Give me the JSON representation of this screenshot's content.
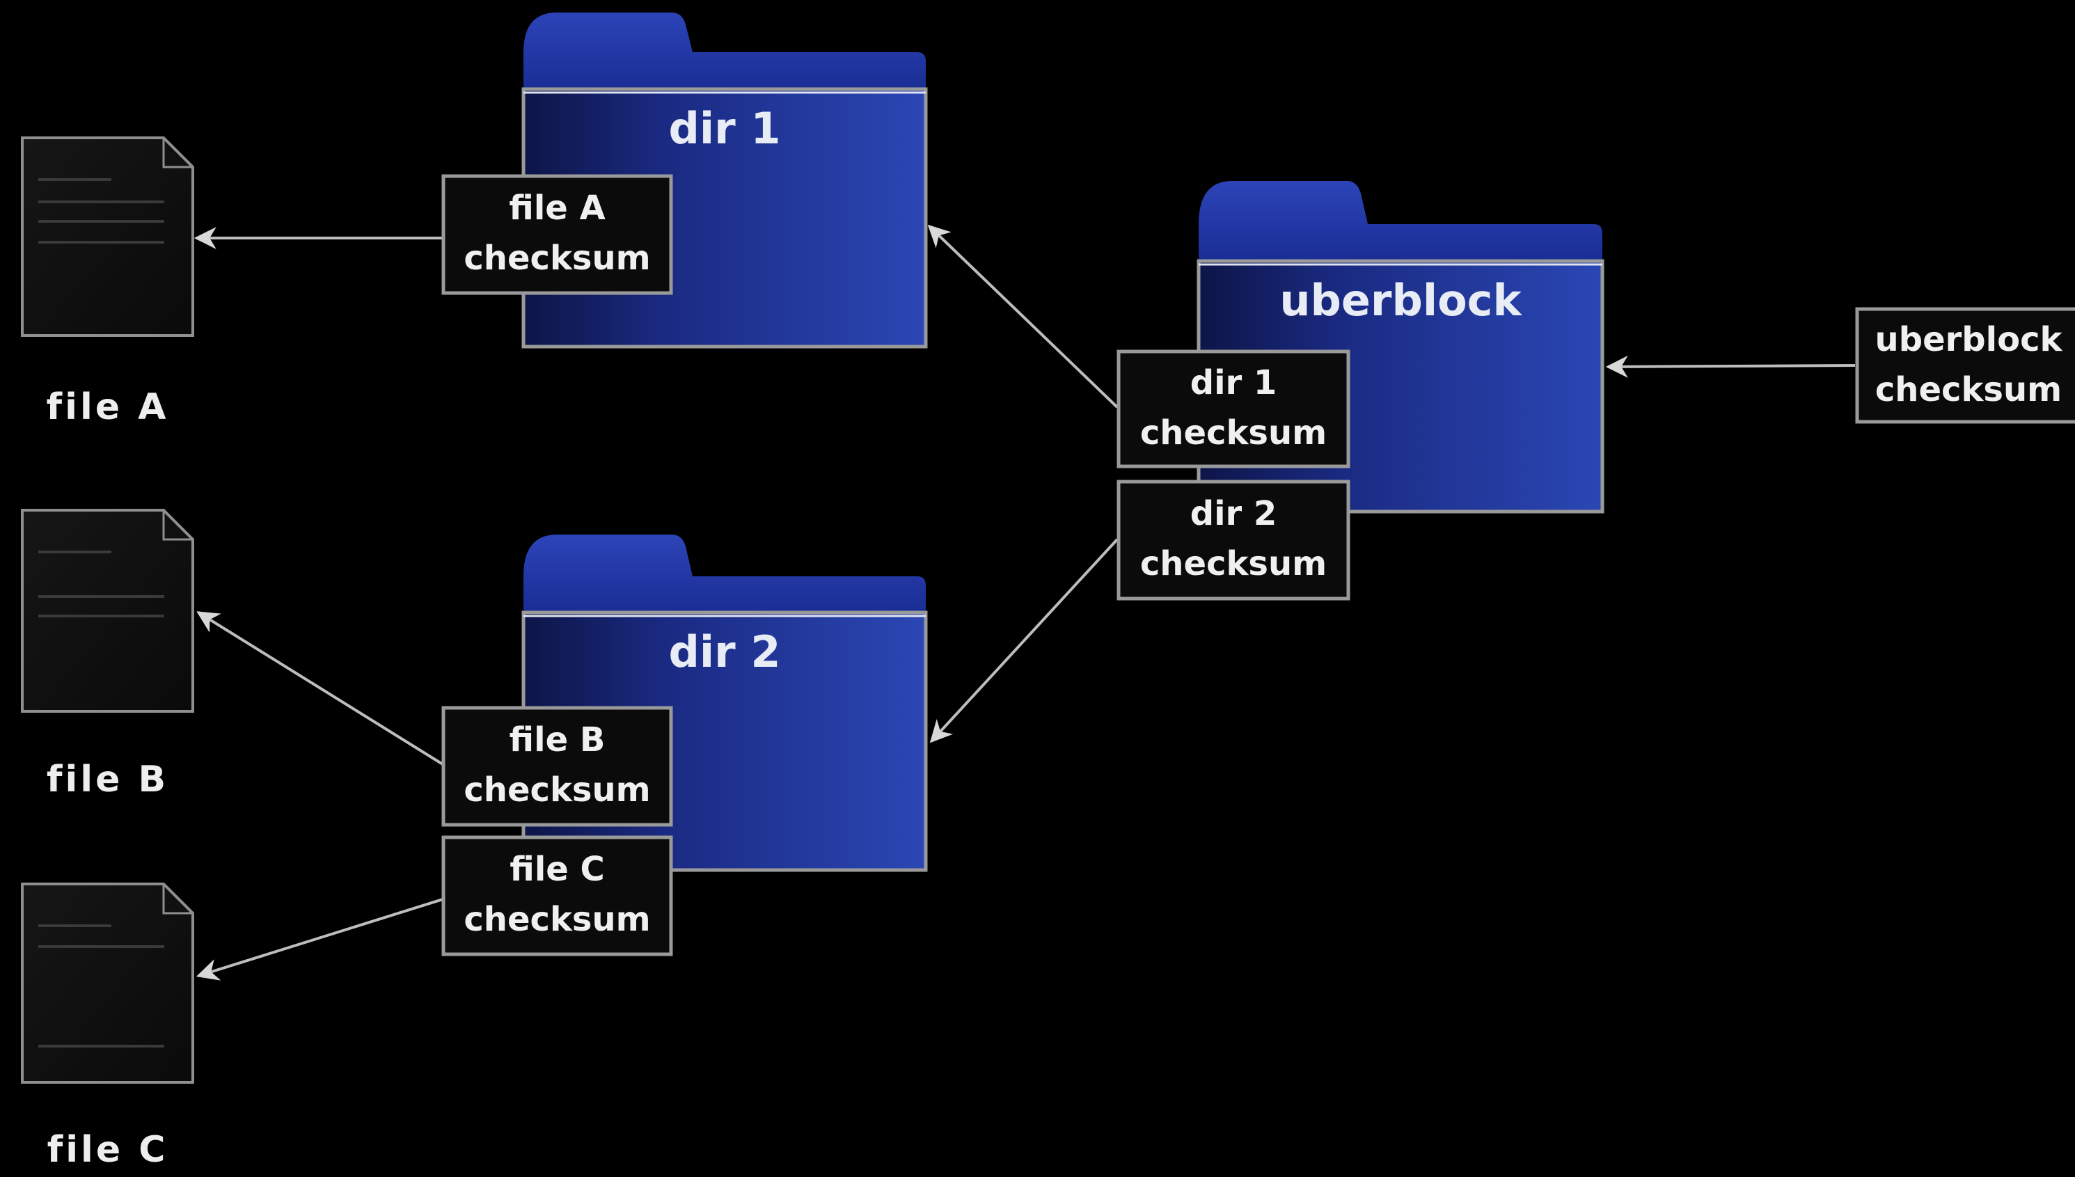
{
  "colors": {
    "background": "#000000",
    "folder_dark": "#0d1547",
    "folder_light": "#2a45b0",
    "folder_tab": "#1f36a6",
    "box_fill": "#0b0b0b",
    "line": "#bdbdbd"
  },
  "folders": {
    "dir1": {
      "title": "dir 1"
    },
    "dir2": {
      "title": "dir 2"
    },
    "uberblock": {
      "title": "uberblock"
    }
  },
  "boxes": {
    "fileA": {
      "line1": "file A",
      "line2": "checksum"
    },
    "fileB": {
      "line1": "file B",
      "line2": "checksum"
    },
    "fileC": {
      "line1": "file C",
      "line2": "checksum"
    },
    "dir1": {
      "line1": "dir 1",
      "line2": "checksum"
    },
    "dir2": {
      "line1": "dir 2",
      "line2": "checksum"
    },
    "uberblock": {
      "line1": "uberblock",
      "line2": "checksum"
    }
  },
  "files": {
    "fileA": {
      "caption": "file A"
    },
    "fileB": {
      "caption": "file B"
    },
    "fileC": {
      "caption": "file C"
    }
  }
}
